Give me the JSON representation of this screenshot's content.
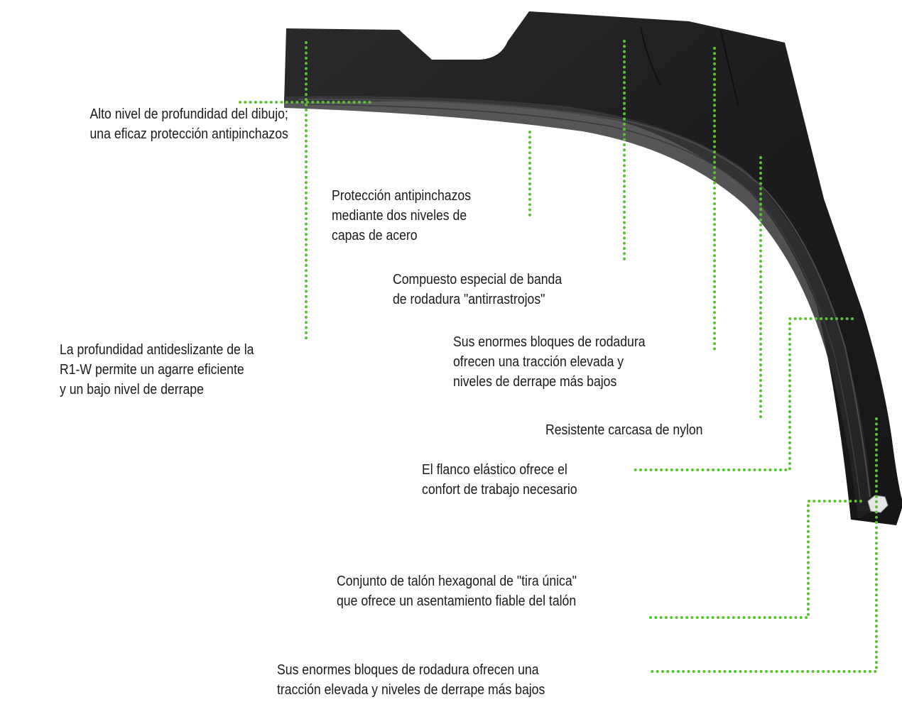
{
  "accent_color": "#5cc235",
  "tire_color": "#1f1f21",
  "callouts": [
    {
      "id": "tread-depth",
      "lines": [
        "Alto nivel de profundidad del dibujo;",
        "una eficaz protección antipinchazos"
      ]
    },
    {
      "id": "steel-plies",
      "lines": [
        "Protección antipinchazos",
        "mediante dos niveles de",
        "capas de acero"
      ]
    },
    {
      "id": "stubble-compound",
      "lines": [
        "Compuesto especial de banda",
        "de rodadura \"antirrastrojos\""
      ]
    },
    {
      "id": "skid-depth",
      "lines": [
        "La profundidad antideslizante de la",
        "R1-W permite un agarre eficiente",
        "y un bajo nivel de derrape"
      ]
    },
    {
      "id": "tread-blocks",
      "lines": [
        "Sus enormes bloques de rodadura",
        "ofrecen una tracción elevada y",
        "niveles de derrape más bajos"
      ]
    },
    {
      "id": "nylon-carcass",
      "lines": [
        "Resistente carcasa de nylon"
      ]
    },
    {
      "id": "elastic-sidewall",
      "lines": [
        "El flanco elástico ofrece el",
        "confort de trabajo necesario"
      ]
    },
    {
      "id": "hex-bead",
      "lines": [
        "Conjunto de talón hexagonal de \"tira única\"",
        "que ofrece un asentamiento fiable del talón"
      ]
    },
    {
      "id": "tread-blocks-bottom",
      "lines": [
        "Sus enormes bloques de rodadura ofrecen una",
        "tracción elevada y niveles de derrape más bajos"
      ]
    }
  ]
}
